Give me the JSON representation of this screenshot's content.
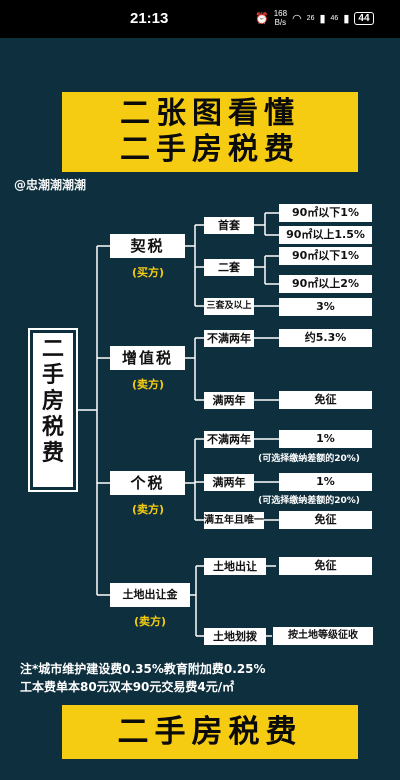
{
  "status_bar": {
    "time": "21:13",
    "net_speed_value": "168",
    "net_speed_unit": "B/s",
    "signal_1": "26",
    "signal_2": "46",
    "battery": "44"
  },
  "poster": {
    "title_line1": "二张图看懂",
    "title_line2": "二手房税费",
    "watermark": "@忠潮潮潮潮",
    "main_label": "二手房税费",
    "categories": [
      {
        "label": "契税",
        "role": "(买方)"
      },
      {
        "label": "增值税",
        "role": "(卖方)"
      },
      {
        "label": "个税",
        "role": "(卖方)"
      },
      {
        "label": "土地出让金",
        "role": "(卖方)"
      }
    ],
    "subs": {
      "first_home": "首套",
      "second_home": "二套",
      "third_plus": "三套及以上",
      "vat_under2": "不满两年",
      "vat_over2": "满两年",
      "pit_under2": "不满两年",
      "pit_over2": "满两年",
      "pit_five_only": "满五年且唯一",
      "land_transfer": "土地出让",
      "land_allot": "土地划拨"
    },
    "values": {
      "first_small": "90㎡以下1%",
      "first_large": "90㎡以上1.5%",
      "second_small": "90㎡以下1%",
      "second_large": "90㎡以上2%",
      "third": "3%",
      "vat_under2": "约5.3%",
      "vat_over2": "免征",
      "pit_under2": "1%",
      "pit_over2": "1%",
      "pit_five_only": "免征",
      "land_transfer": "免征",
      "land_allot": "按土地等级征收"
    },
    "notes": {
      "pit_under2": "(可选择缴纳差额的20%)",
      "pit_over2": "(可选择缴纳差额的20%)"
    },
    "footnote_line1": "注*城市维护建设费0.35%教育附加费0.25%",
    "footnote_line2": "工本费单本80元双本90元交易费4元/㎡",
    "bottom_title": "二手房税费"
  },
  "colors": {
    "background": "#0e2f3e",
    "accent": "#f5cc12",
    "box": "#ffffff"
  }
}
